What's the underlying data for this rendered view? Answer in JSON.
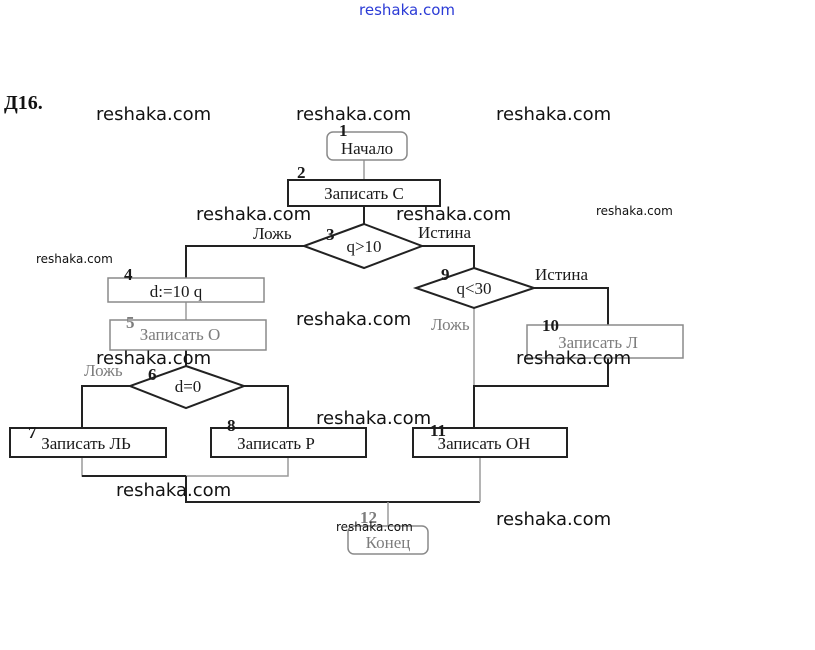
{
  "header": {
    "site": "reshaka.com",
    "task_label": "Д16."
  },
  "watermark_text": "reshaka.com",
  "nodes": {
    "n1": {
      "num": "1",
      "text": "Начало"
    },
    "n2": {
      "num": "2",
      "text": "Записать С"
    },
    "n3": {
      "num": "3",
      "text": "q>10"
    },
    "n4": {
      "num": "4",
      "text": "d:=10 q"
    },
    "n5": {
      "num": "5",
      "text": "Записать О"
    },
    "n6": {
      "num": "6",
      "text": "d=0"
    },
    "n7": {
      "num": "7",
      "text": "Записать ЛЬ"
    },
    "n8": {
      "num": "8",
      "text": "Записать Р"
    },
    "n9": {
      "num": "9",
      "text": "q<30"
    },
    "n10": {
      "num": "10",
      "text": "Записать Л"
    },
    "n11": {
      "num": "11",
      "text": "Записать ОН"
    },
    "n12": {
      "num": "12",
      "text": "Конец"
    }
  },
  "edges": {
    "false_label": "Ложь",
    "true_label": "Истина",
    "d3_false": "Ложь",
    "d3_true": "Истина",
    "d9_true": "Истина",
    "d9_false": "Ложь",
    "d6_false": "Ложь"
  }
}
